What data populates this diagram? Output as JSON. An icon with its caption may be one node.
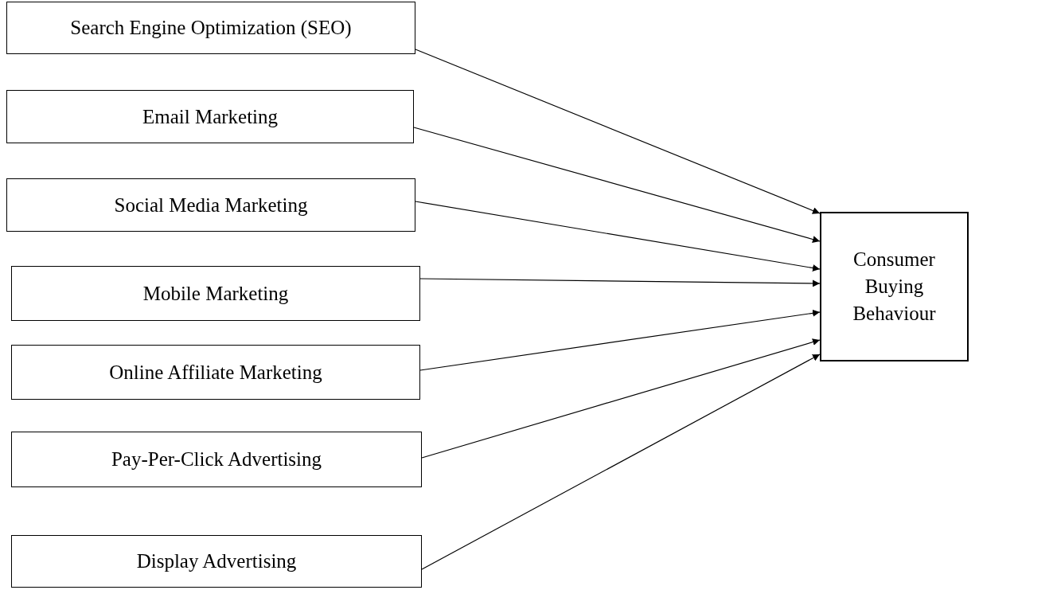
{
  "diagram": {
    "nodes": [
      {
        "text": [
          "Search Engine Optimization (SEO)"
        ]
      },
      {
        "text": [
          "Email Marketing"
        ]
      },
      {
        "text": [
          "Social Media Marketing"
        ]
      },
      {
        "text": [
          "Mobile Marketing"
        ]
      },
      {
        "text": [
          "Online Affiliate Marketing"
        ]
      },
      {
        "text": [
          "Pay-Per-Click Advertising"
        ]
      },
      {
        "text": [
          "Display Advertising"
        ]
      },
      {
        "text": [
          "Consumer Buying Behaviour"
        ]
      }
    ],
    "edges": [
      {
        "from": 0,
        "to": 7,
        "arrow": "to"
      },
      {
        "from": 1,
        "to": 7,
        "arrow": "to"
      },
      {
        "from": 2,
        "to": 7,
        "arrow": "to"
      },
      {
        "from": 3,
        "to": 7,
        "arrow": "to"
      },
      {
        "from": 4,
        "to": 7,
        "arrow": "to"
      },
      {
        "from": 5,
        "to": 7,
        "arrow": "to"
      },
      {
        "from": 6,
        "to": 7,
        "arrow": "to"
      }
    ]
  }
}
